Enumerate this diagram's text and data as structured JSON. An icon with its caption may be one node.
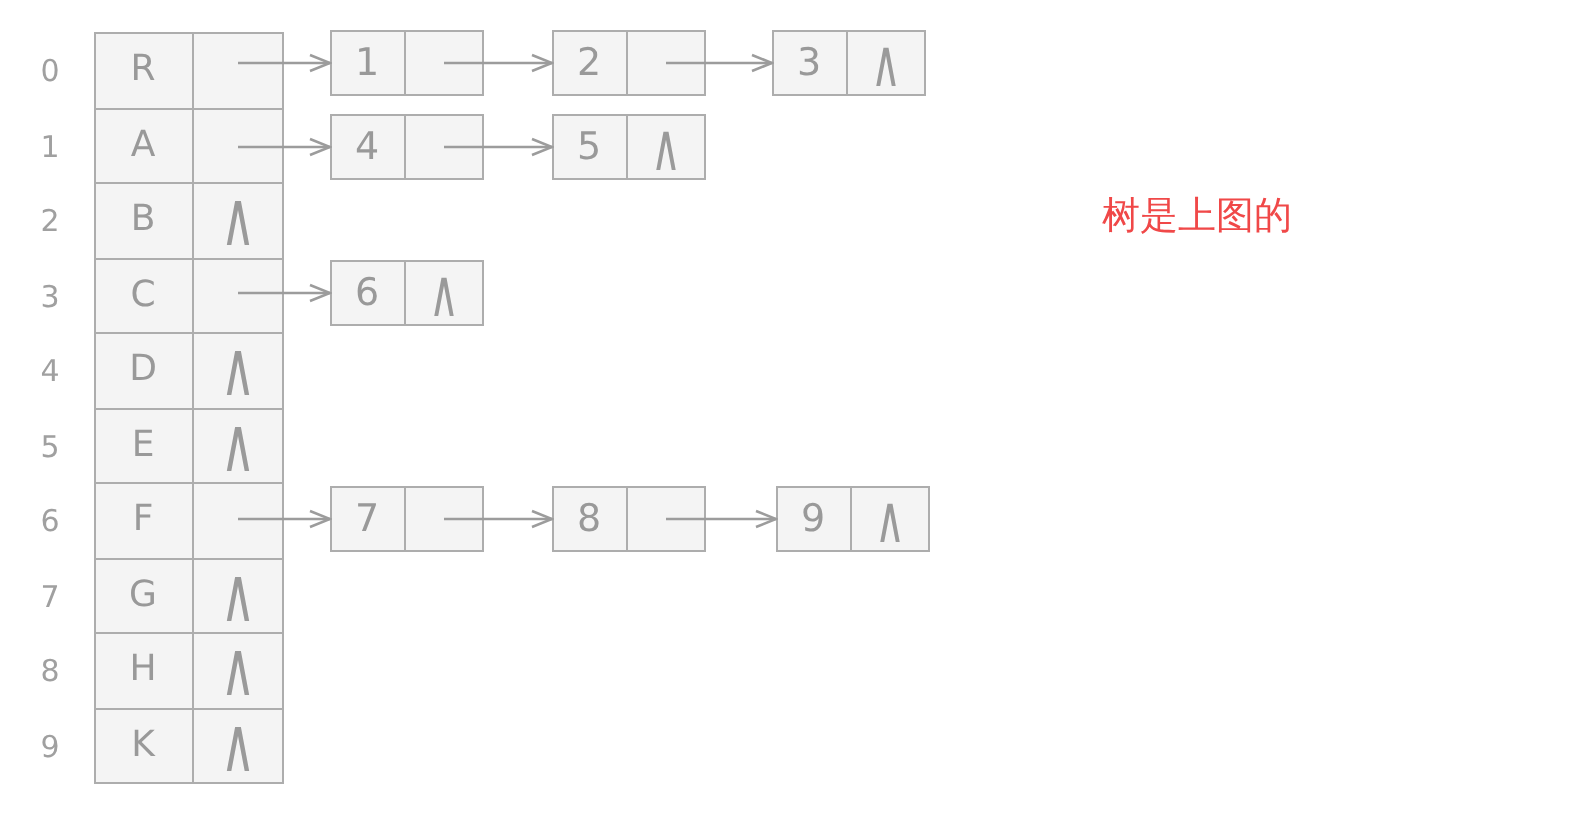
{
  "diagram": {
    "nodes": [
      {
        "text": [
          "R"
        ],
        "beside": [
          "0"
        ]
      },
      {
        "text": [
          "1"
        ]
      },
      {
        "text": [
          "2"
        ]
      },
      {
        "text": [
          "3",
          "∧"
        ]
      },
      {
        "text": [
          "A"
        ],
        "beside": [
          "1"
        ]
      },
      {
        "text": [
          "4"
        ]
      },
      {
        "text": [
          "5",
          "∧"
        ]
      },
      {
        "text": [
          "B",
          "∧"
        ],
        "beside": [
          "2"
        ]
      },
      {
        "text": [
          "C"
        ],
        "beside": [
          "3"
        ]
      },
      {
        "text": [
          "6",
          "∧"
        ]
      },
      {
        "text": [
          "D",
          "∧"
        ],
        "beside": [
          "4"
        ]
      },
      {
        "text": [
          "E",
          "∧"
        ],
        "beside": [
          "5"
        ]
      },
      {
        "text": [
          "F"
        ],
        "beside": [
          "6"
        ]
      },
      {
        "text": [
          "7"
        ]
      },
      {
        "text": [
          "8"
        ]
      },
      {
        "text": [
          "9",
          "∧"
        ]
      },
      {
        "text": [
          "G",
          "∧"
        ],
        "beside": [
          "7"
        ]
      },
      {
        "text": [
          "H",
          "∧"
        ],
        "beside": [
          "8"
        ]
      },
      {
        "text": [
          "K",
          "∧"
        ],
        "beside": [
          "9"
        ]
      }
    ],
    "edges": [
      {
        "from": 0,
        "to": 1,
        "arrow": "to"
      },
      {
        "from": 1,
        "to": 2,
        "arrow": "to"
      },
      {
        "from": 2,
        "to": 3,
        "arrow": "to"
      },
      {
        "from": 4,
        "to": 5,
        "arrow": "to"
      },
      {
        "from": 5,
        "to": 6,
        "arrow": "to"
      },
      {
        "from": 8,
        "to": 9,
        "arrow": "to"
      },
      {
        "from": 12,
        "to": 13,
        "arrow": "to"
      },
      {
        "from": 13,
        "to": 14,
        "arrow": "to"
      },
      {
        "from": 14,
        "to": 15,
        "arrow": "to"
      }
    ],
    "labels": [
      "树是上图的"
    ]
  }
}
